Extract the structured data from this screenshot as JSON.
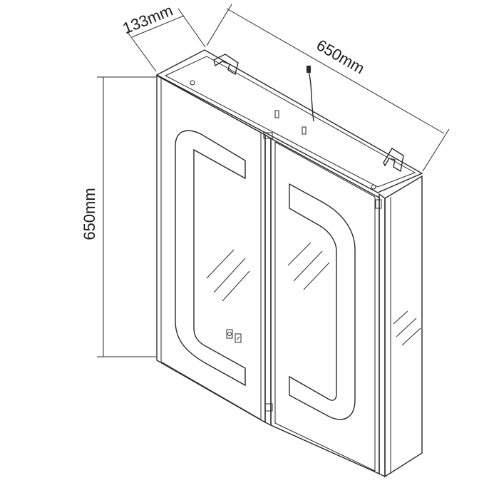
{
  "dimensions": {
    "depth_label": "133mm",
    "width_label": "650mm",
    "height_label": "650mm"
  },
  "colors": {
    "line": "#2a2a2a",
    "text": "#1a1a1a",
    "background": "#ffffff"
  }
}
